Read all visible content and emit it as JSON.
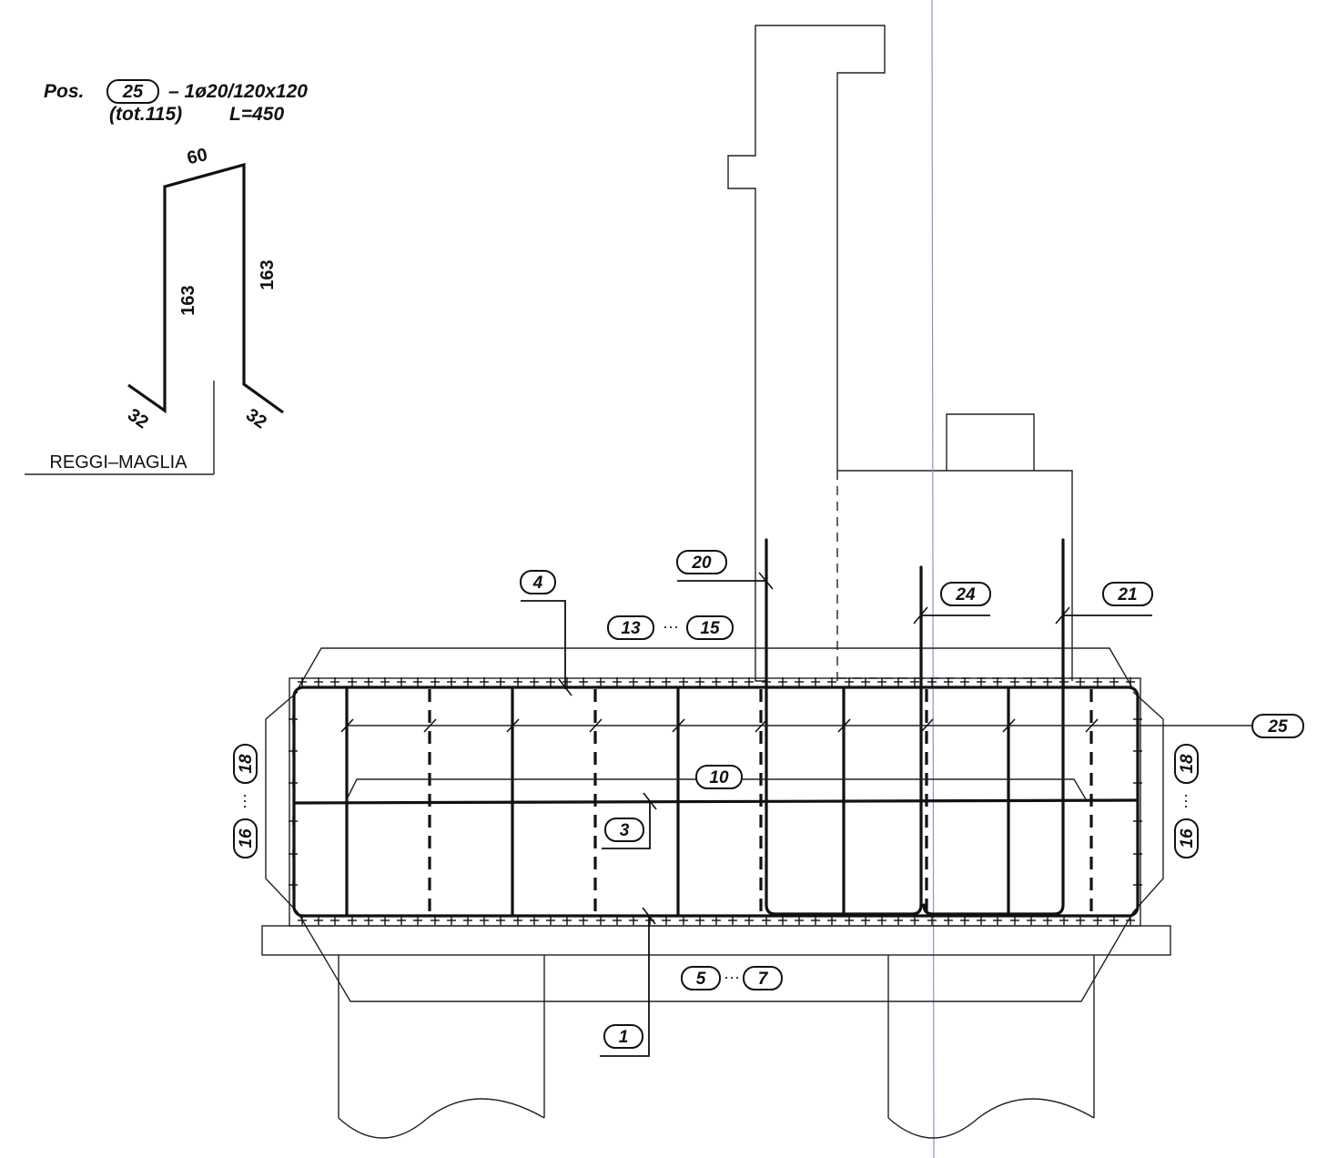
{
  "header": {
    "pos_prefix": "Pos.",
    "pos_number": "25",
    "pos_spec": "– 1ø20/120x120",
    "pos_total": "(tot.115)",
    "pos_length": "L=450"
  },
  "bar_shape": {
    "top": "60",
    "left_leg": "163",
    "right_leg": "163",
    "left_hook": "32",
    "right_hook": "32",
    "caption": "REGGI–MAGLIA"
  },
  "marks": {
    "m20": "20",
    "m24": "24",
    "m21": "21",
    "m4": "4",
    "m13": "13",
    "m15": "15",
    "m25": "25",
    "m10": "10",
    "m3": "3",
    "m5": "5",
    "m7": "7",
    "m1": "1",
    "m16_left": "16",
    "m18_left": "18",
    "m16_right": "16",
    "m18_right": "18",
    "ellipsis": "···"
  }
}
